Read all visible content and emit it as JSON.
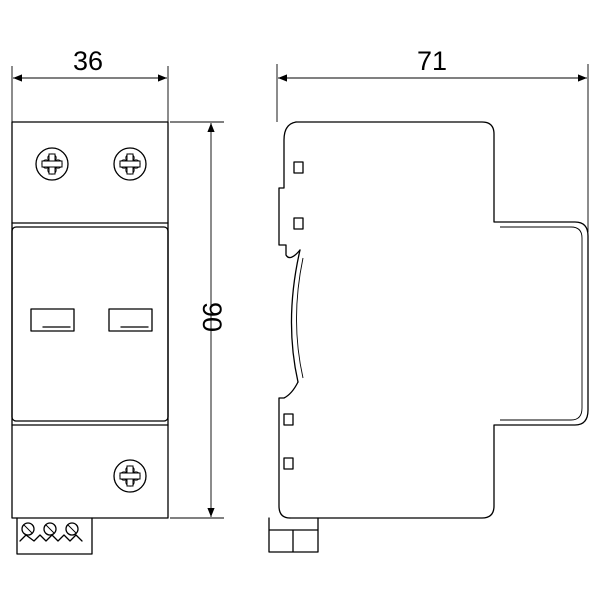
{
  "dimensions": {
    "width": "36",
    "depth": "71",
    "height": "90"
  }
}
